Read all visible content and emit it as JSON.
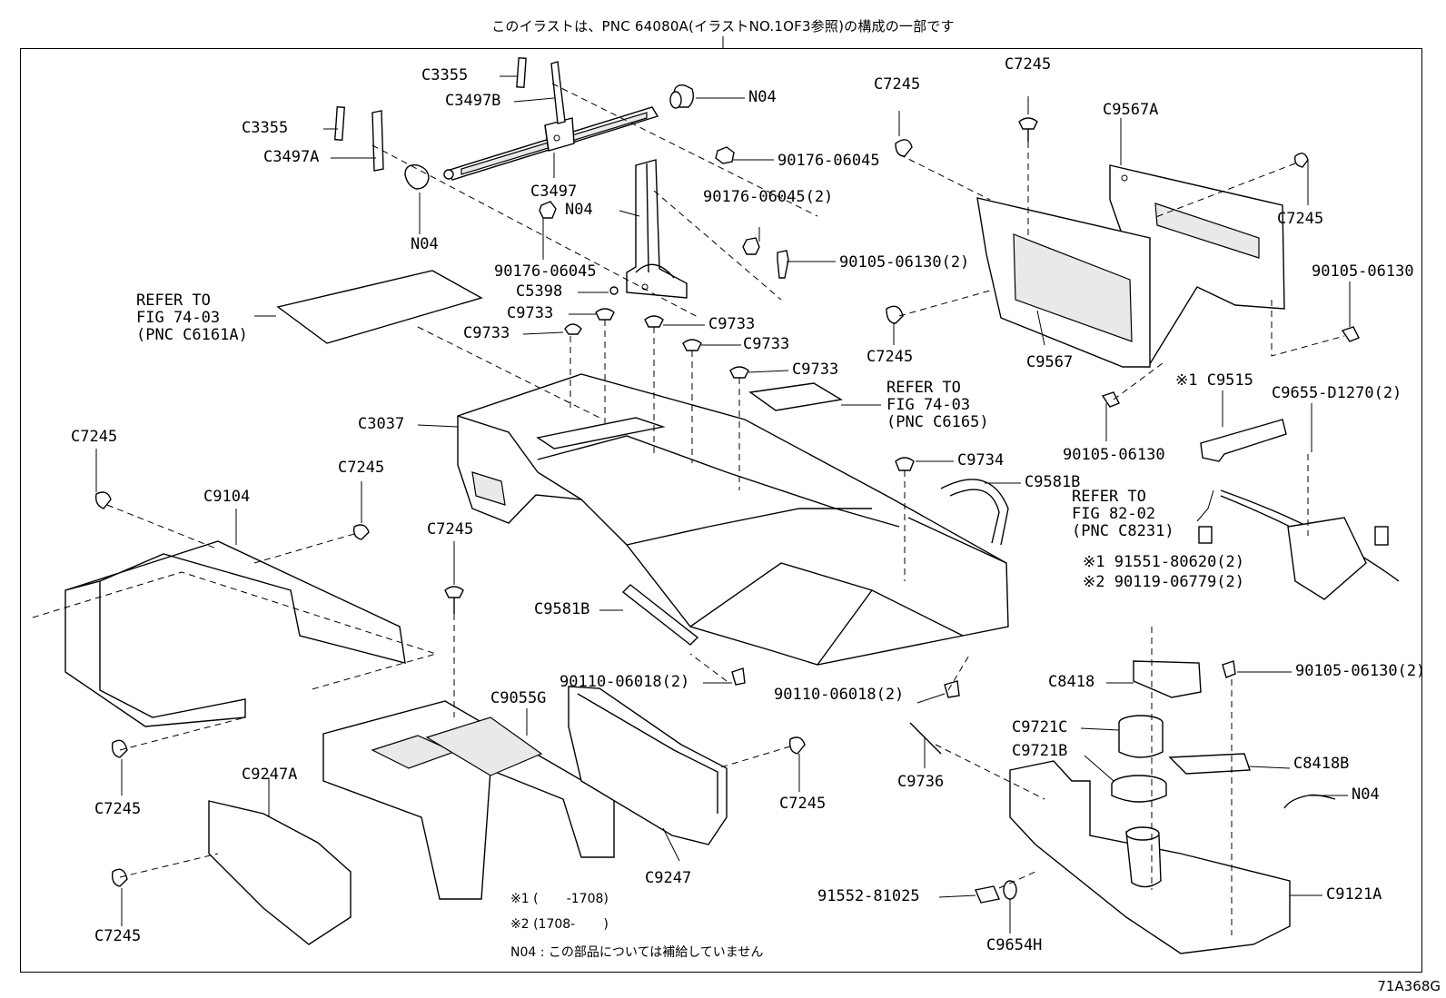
{
  "header": {
    "caption": "このイラストは、PNC 64080A(イラストNO.1OF3参照)の構成の一部です"
  },
  "labels": [
    {
      "id": "c3355-a",
      "text": "C3355"
    },
    {
      "id": "c3497b",
      "text": "C3497B"
    },
    {
      "id": "n04-a",
      "text": "N04"
    },
    {
      "id": "c3355-b",
      "text": "C3355"
    },
    {
      "id": "c3497a",
      "text": "C3497A"
    },
    {
      "id": "n04-b",
      "text": "N04"
    },
    {
      "id": "c3497",
      "text": "C3497"
    },
    {
      "id": "n04-c",
      "text": "N04"
    },
    {
      "id": "p90176-a",
      "text": "90176-06045"
    },
    {
      "id": "p90176-b",
      "text": "90176-06045(2)"
    },
    {
      "id": "p90176-c",
      "text": "90176-06045"
    },
    {
      "id": "p90105-a",
      "text": "90105-06130(2)"
    },
    {
      "id": "c5398",
      "text": "C5398"
    },
    {
      "id": "refer-74-03-a",
      "text": "REFER TO\nFIG 74-03\n(PNC C6161A)"
    },
    {
      "id": "c9733-a",
      "text": "C9733"
    },
    {
      "id": "c9733-b",
      "text": "C9733"
    },
    {
      "id": "c9733-c",
      "text": "C9733"
    },
    {
      "id": "c9733-d",
      "text": "C9733"
    },
    {
      "id": "c9733-e",
      "text": "C9733"
    },
    {
      "id": "c7245-a",
      "text": "C7245"
    },
    {
      "id": "c7245-b",
      "text": "C7245"
    },
    {
      "id": "c9567a",
      "text": "C9567A"
    },
    {
      "id": "c7245-c",
      "text": "C7245"
    },
    {
      "id": "p90105-b",
      "text": "90105-06130"
    },
    {
      "id": "c7245-d",
      "text": "C7245"
    },
    {
      "id": "c9567",
      "text": "C9567"
    },
    {
      "id": "c9515",
      "text": "※1 C9515"
    },
    {
      "id": "c9655",
      "text": "C9655-D1270(2)"
    },
    {
      "id": "p90105-c",
      "text": "90105-06130"
    },
    {
      "id": "refer-74-03-b",
      "text": "REFER TO\nFIG 74-03\n(PNC C6165)"
    },
    {
      "id": "c3037",
      "text": "C3037"
    },
    {
      "id": "c9734",
      "text": "C9734"
    },
    {
      "id": "c9581b-a",
      "text": "C9581B"
    },
    {
      "id": "refer-82-02",
      "text": "REFER TO\nFIG 82-02\n(PNC C8231)"
    },
    {
      "id": "p91551",
      "text": "※1 91551-80620(2)"
    },
    {
      "id": "p90119",
      "text": "※2 90119-06779(2)"
    },
    {
      "id": "c7245-e",
      "text": "C7245"
    },
    {
      "id": "c9104",
      "text": "C9104"
    },
    {
      "id": "c7245-f",
      "text": "C7245"
    },
    {
      "id": "c7245-g",
      "text": "C7245"
    },
    {
      "id": "c9581b-b",
      "text": "C9581B"
    },
    {
      "id": "p90110-a",
      "text": "90110-06018(2)"
    },
    {
      "id": "p90110-b",
      "text": "90110-06018(2)"
    },
    {
      "id": "c8418",
      "text": "C8418"
    },
    {
      "id": "p90105-d",
      "text": "90105-06130(2)"
    },
    {
      "id": "c9055g",
      "text": "C9055G"
    },
    {
      "id": "c9721c",
      "text": "C9721C"
    },
    {
      "id": "c9721b",
      "text": "C9721B"
    },
    {
      "id": "c8418b",
      "text": "C8418B"
    },
    {
      "id": "n04-d",
      "text": "N04"
    },
    {
      "id": "c9736",
      "text": "C9736"
    },
    {
      "id": "c7245-h",
      "text": "C7245"
    },
    {
      "id": "c7245-i",
      "text": "C7245"
    },
    {
      "id": "c9247a",
      "text": "C9247A"
    },
    {
      "id": "c9247",
      "text": "C9247"
    },
    {
      "id": "p91552",
      "text": "91552-81025"
    },
    {
      "id": "c9121a",
      "text": "C9121A"
    },
    {
      "id": "c9654h",
      "text": "C9654H"
    },
    {
      "id": "c7245-j",
      "text": "C7245"
    }
  ],
  "footnotes": {
    "note1": "※1 (       -1708)",
    "note2": "※2 (1708-       )",
    "note3": "N04 : この部品については補給していません"
  },
  "illustration_code": "71A368G"
}
